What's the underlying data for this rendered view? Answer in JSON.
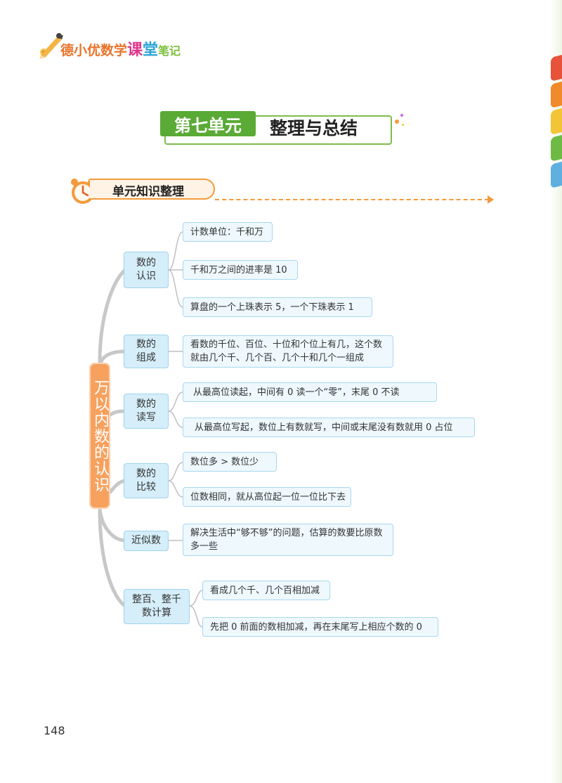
{
  "brand": {
    "text": "德小优数学课堂笔记",
    "parts": [
      "德小优数学",
      "课",
      "堂",
      "笔记"
    ],
    "colors": [
      "#e8732a",
      "#e0338a",
      "#2aa3d8",
      "#7bbf3a"
    ]
  },
  "unit": {
    "tag": "第七单元",
    "title": "整理与总结",
    "accent": "#5aaa36"
  },
  "section": {
    "label": "单元知识整理",
    "icon": "alarm-clock-icon",
    "accent": "#f39a3c"
  },
  "mindmap": {
    "root": "万以内数的认识",
    "categories": [
      {
        "label": "数的\n认识",
        "items": [
          "计数单位：千和万",
          "千和万之间的进率是 10",
          "算盘的一个上珠表示 5，一个下珠表示 1"
        ]
      },
      {
        "label": "数的\n组成",
        "items": [
          "看数的千位、百位、十位和个位上有几，这个数就由几个千、几个百、几个十和几个一组成"
        ]
      },
      {
        "label": "数的\n读写",
        "items": [
          "从最高位读起，中间有 0 读一个“零”，末尾 0 不读",
          "从最高位写起，数位上有数就写，中间或末尾没有数就用 0 占位"
        ]
      },
      {
        "label": "数的\n比较",
        "items": [
          "数位多 > 数位少",
          "位数相同，就从高位起一位一位比下去"
        ]
      },
      {
        "label": "近似数",
        "items": [
          "解决生活中“够不够”的问题，估算的数要比原数多一些"
        ]
      },
      {
        "label": "整百、整千\n数计算",
        "items": [
          "看成几个千、几个百相加减",
          "先把 0 前面的数相加减，再在末尾写上相应个数的 0"
        ]
      }
    ]
  },
  "page_number": "148"
}
